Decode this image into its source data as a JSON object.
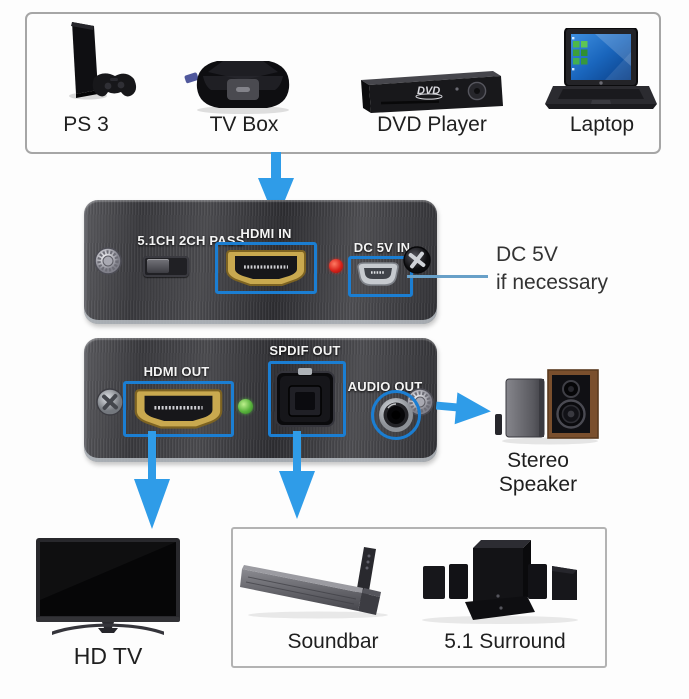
{
  "diagram": {
    "sources": {
      "devices": [
        {
          "label": "PS 3",
          "icon": "ps3-console-icon"
        },
        {
          "label": "TV Box",
          "icon": "tv-box-icon"
        },
        {
          "label": "DVD Player",
          "icon": "dvd-player-icon",
          "badge": "DVD"
        },
        {
          "label": "Laptop",
          "icon": "laptop-icon"
        }
      ]
    },
    "input_panel": {
      "switch_label": "5.1CH 2CH PASS",
      "hdmi_in_label": "HDMI IN",
      "power_label": "DC 5V IN"
    },
    "power_note": {
      "line1": "DC 5V",
      "line2": "if necessary"
    },
    "output_panel": {
      "hdmi_out_label": "HDMI OUT",
      "spdif_label": "SPDIF OUT",
      "audio_out_label": "AUDIO OUT"
    },
    "sinks": {
      "stereo_speaker": "Stereo Speaker",
      "hd_tv": "HD TV",
      "soundbar": "Soundbar",
      "surround": "5.1 Surround"
    },
    "colors": {
      "arrow_blue": "#2f9ce8",
      "highlight_blue": "#1b7ed2",
      "note_line_blue": "#68a0c8",
      "led_red": "#d8221a",
      "led_green": "#58b23c"
    }
  }
}
